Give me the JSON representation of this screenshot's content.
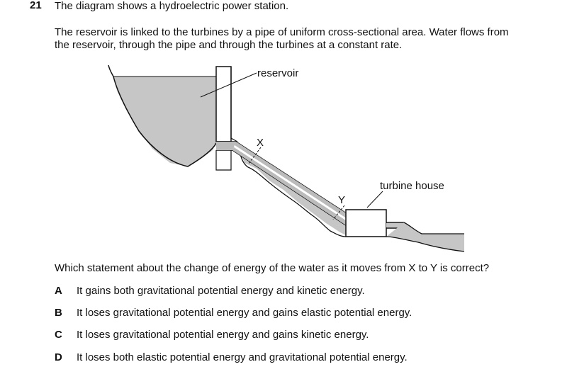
{
  "question": {
    "number": "21",
    "intro": "The diagram shows a hydroelectric power station.",
    "context_line1": "The reservoir is linked to the turbines by a pipe of uniform cross-sectional area. Water flows from",
    "context_line2": "the reservoir, through the pipe and through the turbines at a constant rate.",
    "prompt": "Which statement about the change of energy of the water as it moves from X to Y is correct?"
  },
  "diagram": {
    "labels": {
      "reservoir": "reservoir",
      "turbine_house": "turbine house",
      "point_x": "X",
      "point_y": "Y"
    }
  },
  "options": [
    {
      "letter": "A",
      "text": "It gains both gravitational potential energy and kinetic energy."
    },
    {
      "letter": "B",
      "text": "It loses gravitational potential energy and gains elastic potential energy."
    },
    {
      "letter": "C",
      "text": "It loses gravitational potential energy and gains kinetic energy."
    },
    {
      "letter": "D",
      "text": "It loses both elastic potential energy and gravitational potential energy."
    }
  ]
}
